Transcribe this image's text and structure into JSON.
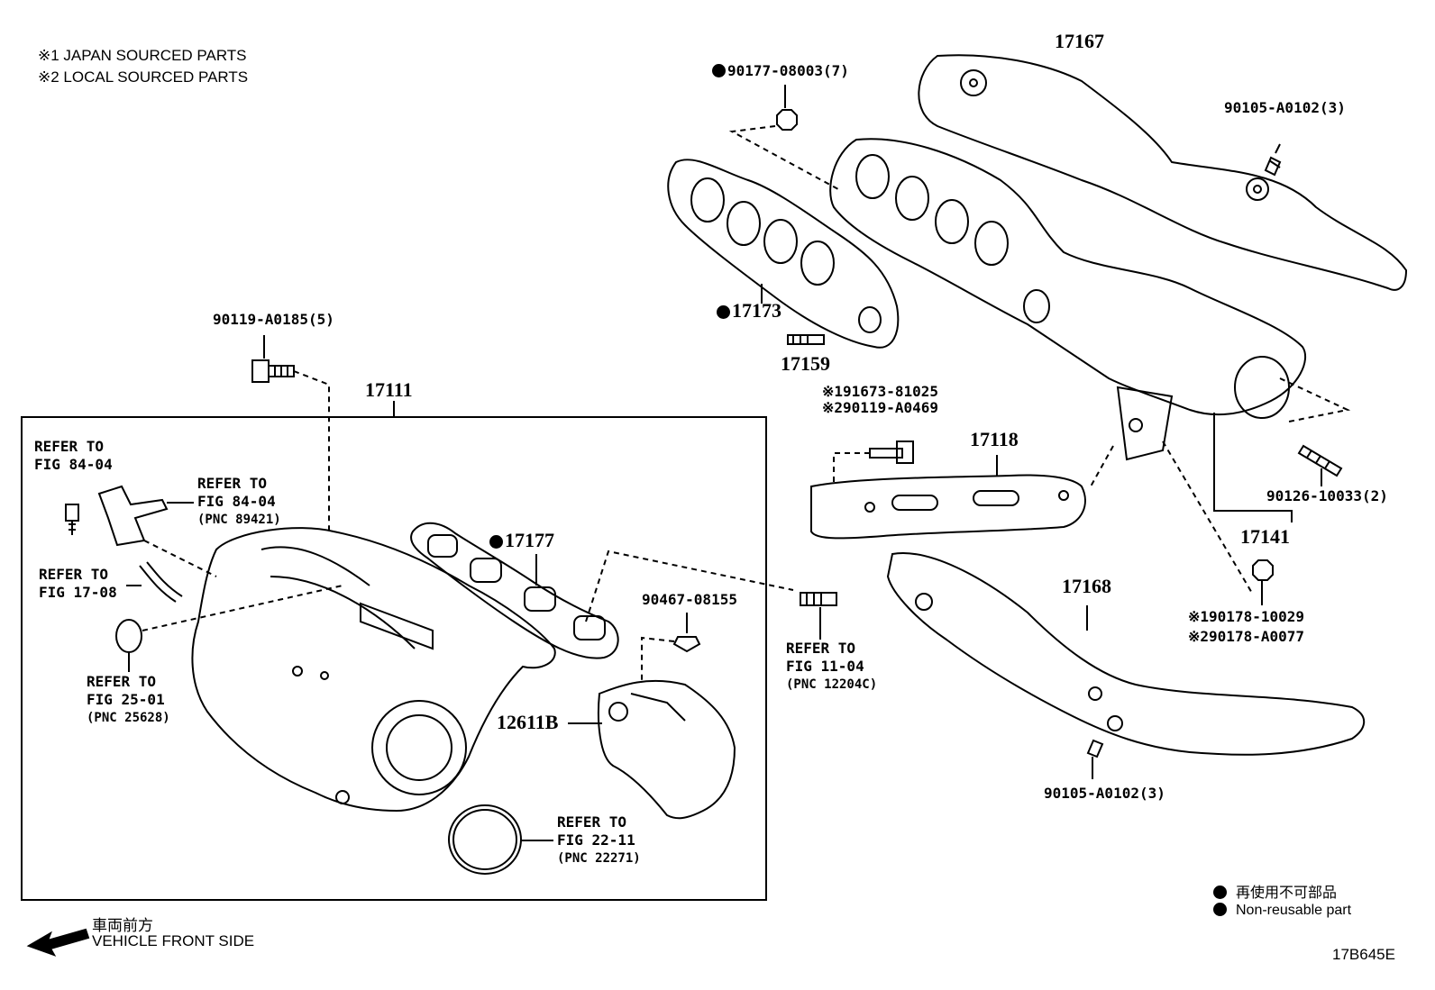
{
  "notes": {
    "japan": "※1 JAPAN SOURCED PARTS",
    "local": "※2 LOCAL SOURCED PARTS"
  },
  "parts": {
    "p90177": "90177-08003(7)",
    "p17167": "17167",
    "p90105_top": "90105-A0102(3)",
    "p17173": "17173",
    "p17159": "17159",
    "p90119_a0185": "90119-A0185(5)",
    "p17111": "17111",
    "p91673_j": "※191673-81025",
    "p90119_a0469_l": "※290119-A0469",
    "p17118": "17118",
    "p90126": "90126-10033(2)",
    "p17141": "17141",
    "p17177": "17177",
    "p90467": "90467-08155",
    "p12611b": "12611B",
    "p17168": "17168",
    "p90178_j": "※190178-10029",
    "p90178_l": "※290178-A0077",
    "p90105_bottom": "90105-A0102(3)"
  },
  "references": {
    "ref_84_04_left": [
      "REFER TO",
      "FIG 84-04"
    ],
    "ref_84_04_right": [
      "REFER TO",
      "FIG 84-04",
      "(PNC 89421)"
    ],
    "ref_17_08": [
      "REFER TO",
      "FIG 17-08"
    ],
    "ref_25_01": [
      "REFER TO",
      "FIG 25-01",
      "(PNC 25628)"
    ],
    "ref_11_04": [
      "REFER TO",
      "FIG 11-04",
      "(PNC 12204C)"
    ],
    "ref_22_11": [
      "REFER TO",
      "FIG 22-11",
      "(PNC 22271)"
    ]
  },
  "legend": {
    "jp": "再使用不可部品",
    "en": "Non-reusable part"
  },
  "footer": {
    "direction_jp": "車両前方",
    "direction_en": "VEHICLE FRONT SIDE",
    "figure_id": "17B645E"
  }
}
